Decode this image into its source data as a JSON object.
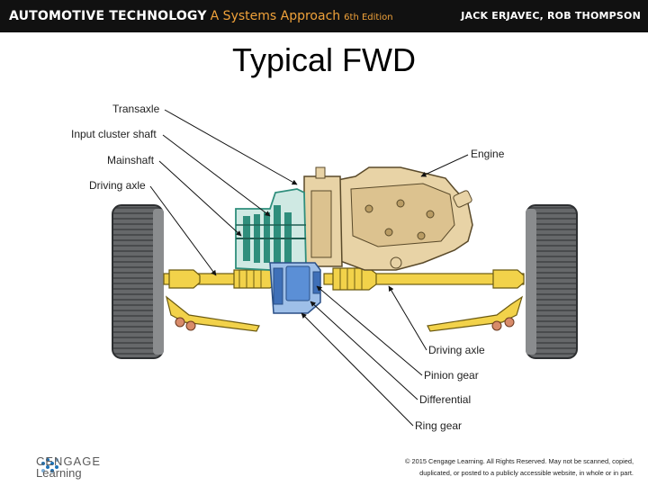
{
  "header": {
    "brand": "AUTOMOTIVE TECHNOLOGY",
    "subtitle": "A Systems Approach",
    "edition": "6th Edition",
    "authors": "JACK ERJAVEC, ROB THOMPSON"
  },
  "slide": {
    "title": "Typical FWD"
  },
  "diagram_labels": {
    "transaxle": "Transaxle",
    "input_cluster_shaft": "Input cluster shaft",
    "mainshaft": "Mainshaft",
    "driving_axle_left": "Driving axle",
    "engine": "Engine",
    "driving_axle_right": "Driving axle",
    "pinion_gear": "Pinion gear",
    "differential": "Differential",
    "ring_gear": "Ring gear"
  },
  "footer": {
    "logo_line1": "CENGAGE",
    "logo_line2": "Learning",
    "copyright_line1": "© 2015 Cengage Learning. All Rights Reserved. May not be scanned, copied,",
    "copyright_line2": "duplicated, or posted to a publicly accessible website, in whole or in part."
  },
  "colors": {
    "header_bg": "#111111",
    "header_accent": "#f0a23a",
    "engine_fill": "#e8d3a6",
    "axle_fill": "#f2d24a",
    "transaxle_teal": "#2f8e7c",
    "differential_blue": "#5b8fd6",
    "tire": "#5f6163"
  }
}
